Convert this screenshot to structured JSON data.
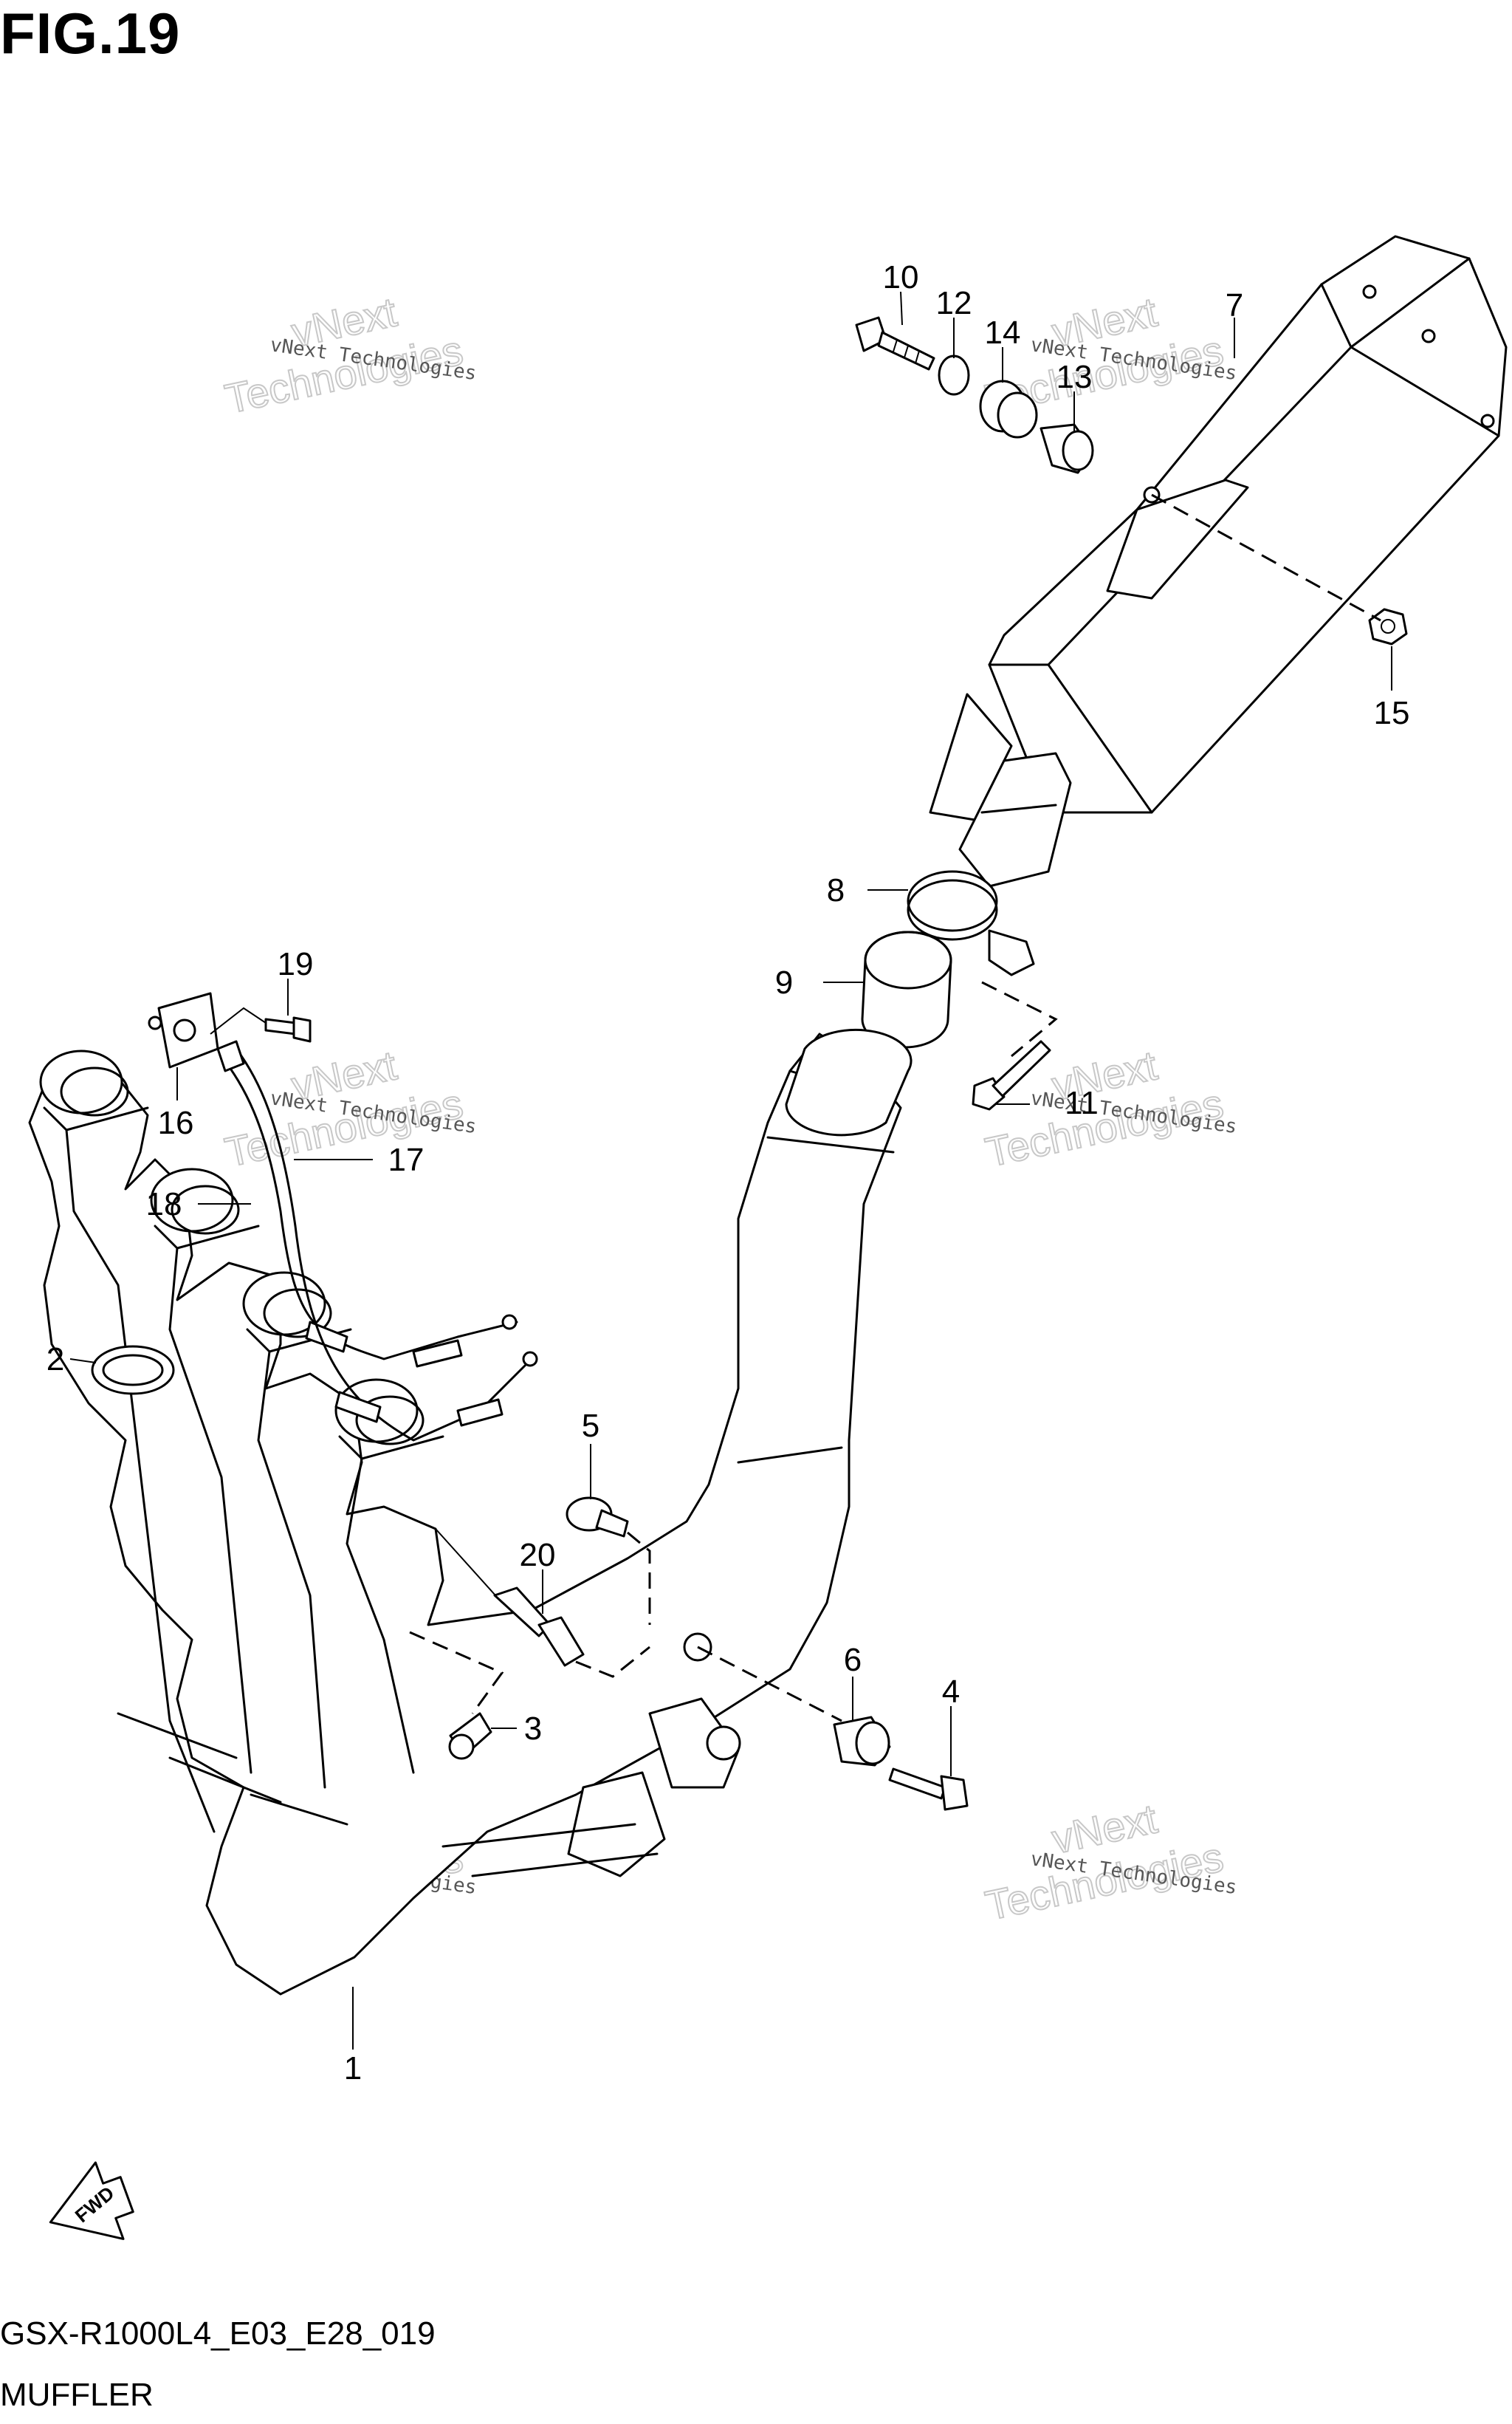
{
  "figure": {
    "title": "FIG.19"
  },
  "footer": {
    "code": "GSX-R1000L4_E03_E28_019",
    "name": "MUFFLER"
  },
  "fwd": {
    "label": "FWD"
  },
  "watermark": {
    "line1": "vNext Technologies",
    "line2": "Technologies",
    "line3": "vNext"
  },
  "parts": [
    {
      "label": "1"
    },
    {
      "label": "2"
    },
    {
      "label": "3"
    },
    {
      "label": "4"
    },
    {
      "label": "5"
    },
    {
      "label": "6"
    },
    {
      "label": "7"
    },
    {
      "label": "8"
    },
    {
      "label": "9"
    },
    {
      "label": "10"
    },
    {
      "label": "11"
    },
    {
      "label": "12"
    },
    {
      "label": "13"
    },
    {
      "label": "14"
    },
    {
      "label": "15"
    },
    {
      "label": "16"
    },
    {
      "label": "17"
    },
    {
      "label": "18"
    },
    {
      "label": "19"
    },
    {
      "label": "20"
    }
  ]
}
